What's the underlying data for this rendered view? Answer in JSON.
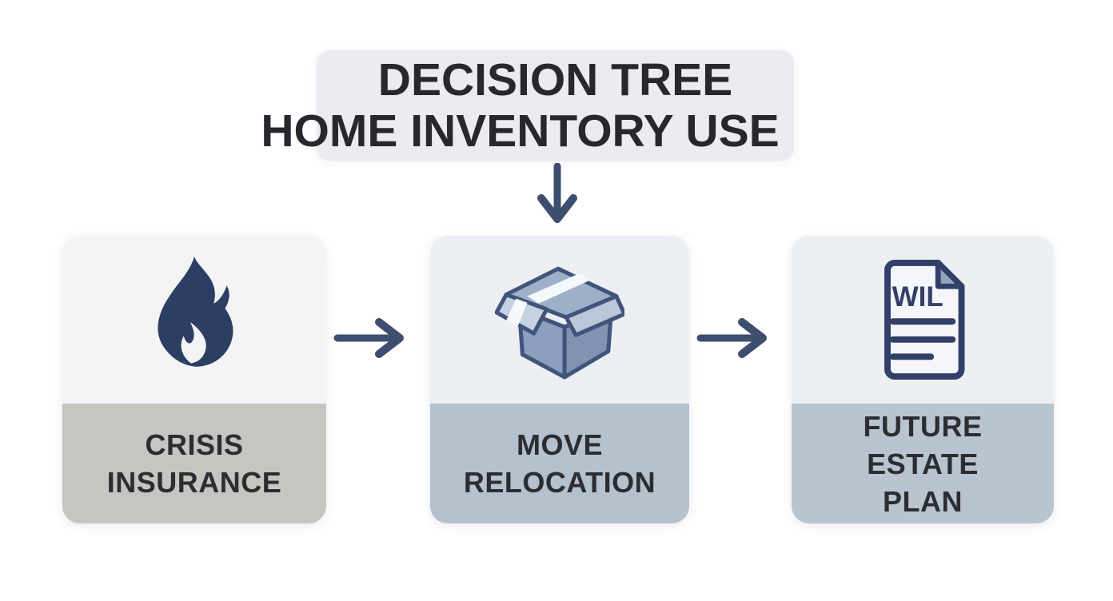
{
  "title": {
    "line1": "DECISION TREE",
    "line2": "HOME INVENTORY USE"
  },
  "nodes": [
    {
      "id": "crisis-insurance",
      "icon": "flame-icon",
      "label_lines": [
        "CRISIS",
        "INSURANCE"
      ],
      "top_bg": "#f3f4f6",
      "band_bg": "#c6c5c1"
    },
    {
      "id": "move-relocation",
      "icon": "open-box-icon",
      "label_lines": [
        "MOVE",
        "RELOCATION"
      ],
      "top_bg": "#eceff3",
      "band_bg": "#b5c1cd"
    },
    {
      "id": "future-estate-plan",
      "icon": "will-document-icon",
      "label_lines": [
        "FUTURE",
        "ESTATE",
        "PLAN"
      ],
      "top_bg": "#edf0f3",
      "band_bg": "#b9c4d0"
    }
  ],
  "icons": {
    "will_text": "WIL"
  },
  "connectors": [
    {
      "type": "down-arrow",
      "from": "title",
      "to": "move-relocation"
    },
    {
      "type": "right-arrow",
      "from": "crisis-insurance",
      "to": "move-relocation"
    },
    {
      "type": "right-arrow",
      "from": "move-relocation",
      "to": "future-estate-plan"
    }
  ],
  "colors": {
    "background": "#ffffff",
    "title_box_bg": "#eaecf1",
    "text_dark": "#26282e",
    "label_dark": "#2b2d31",
    "arrow_navy": "#3e4e6e",
    "flame_navy": "#2d3e63",
    "icon_outline_navy": "#323f68",
    "box_face_left": "#8ba0bc",
    "box_face_right": "#7e94b1",
    "box_lid": "#9db0c8",
    "box_flap_light": "#c6d2e1",
    "doc_fold": "#93a6c0",
    "stripe_white": "#f5f8fc"
  }
}
